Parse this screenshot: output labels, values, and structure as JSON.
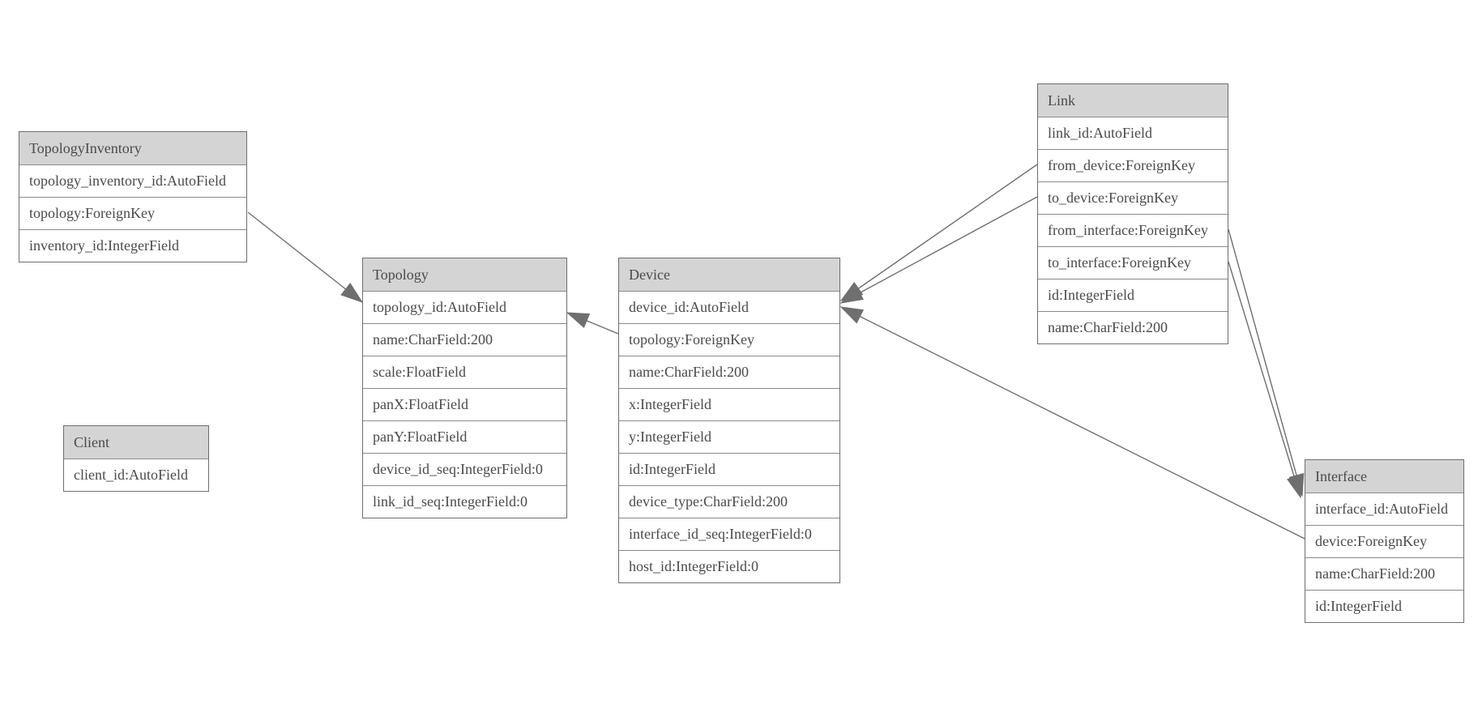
{
  "colors": {
    "background": "#ffffff",
    "entity_header_fill": "#d4d4d4",
    "entity_border": "#6e6e6e",
    "row_separator": "#8a8a8a",
    "text": "#4a4a4a",
    "connector_line": "#6e6e6e",
    "arrowhead_fill": "#6f6f6f"
  },
  "entities": [
    {
      "name": "TopologyInventory",
      "fields": [
        "topology_inventory_id:AutoField",
        "topology:ForeignKey",
        "inventory_id:IntegerField"
      ]
    },
    {
      "name": "Topology",
      "fields": [
        "topology_id:AutoField",
        "name:CharField:200",
        "scale:FloatField",
        "panX:FloatField",
        "panY:FloatField",
        "device_id_seq:IntegerField:0",
        "link_id_seq:IntegerField:0"
      ]
    },
    {
      "name": "Client",
      "fields": [
        "client_id:AutoField"
      ]
    },
    {
      "name": "Device",
      "fields": [
        "device_id:AutoField",
        "topology:ForeignKey",
        "name:CharField:200",
        "x:IntegerField",
        "y:IntegerField",
        "id:IntegerField",
        "device_type:CharField:200",
        "interface_id_seq:IntegerField:0",
        "host_id:IntegerField:0"
      ]
    },
    {
      "name": "Link",
      "fields": [
        "link_id:AutoField",
        "from_device:ForeignKey",
        "to_device:ForeignKey",
        "from_interface:ForeignKey",
        "to_interface:ForeignKey",
        "id:IntegerField",
        "name:CharField:200"
      ]
    },
    {
      "name": "Interface",
      "fields": [
        "interface_id:AutoField",
        "device:ForeignKey",
        "name:CharField:200",
        "id:IntegerField"
      ]
    }
  ],
  "relationships": [
    {
      "from": "TopologyInventory.topology",
      "to": "Topology.topology_id"
    },
    {
      "from": "Device.topology",
      "to": "Topology.topology_id"
    },
    {
      "from": "Link.from_device",
      "to": "Device.device_id"
    },
    {
      "from": "Link.to_device",
      "to": "Device.device_id"
    },
    {
      "from": "Interface.device",
      "to": "Device.device_id"
    },
    {
      "from": "Link.from_interface",
      "to": "Interface.interface_id"
    },
    {
      "from": "Link.to_interface",
      "to": "Interface.interface_id"
    }
  ]
}
